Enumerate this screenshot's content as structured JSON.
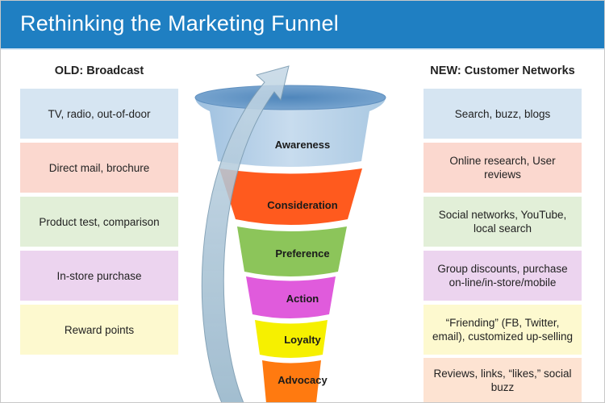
{
  "header": {
    "title": "Rethinking the Marketing Funnel"
  },
  "left": {
    "title": "OLD: Broadcast",
    "items": [
      {
        "label": "TV, radio, out-of-door",
        "color": "#d6e5f2"
      },
      {
        "label": "Direct mail, brochure",
        "color": "#fbd8cf"
      },
      {
        "label": "Product test, comparison",
        "color": "#e2efd8"
      },
      {
        "label": "In-store purchase",
        "color": "#ecd4ef"
      },
      {
        "label": "Reward points",
        "color": "#fdf9cf"
      }
    ]
  },
  "right": {
    "title": "NEW: Customer Networks",
    "items": [
      {
        "label": "Search, buzz, blogs",
        "color": "#d6e5f2"
      },
      {
        "label": "Online research, User reviews",
        "color": "#fbd8cf"
      },
      {
        "label": "Social networks, YouTube, local search",
        "color": "#e2efd8"
      },
      {
        "label": "Group discounts, purchase on-line/in-store/mobile",
        "color": "#ecd4ef"
      },
      {
        "label": "“Friending” (FB, Twitter, email), customized up-selling",
        "color": "#fdf9cf"
      },
      {
        "label": "Reviews, links, “likes,” social buzz",
        "color": "#fde3d2"
      }
    ]
  },
  "funnel": {
    "stages": [
      {
        "label": "Awareness",
        "color": "#b9d2e8"
      },
      {
        "label": "Consideration",
        "color": "#ff5a1e"
      },
      {
        "label": "Preference",
        "color": "#8cc55a"
      },
      {
        "label": "Action",
        "color": "#e05bdc"
      },
      {
        "label": "Loyalty",
        "color": "#f6f000"
      },
      {
        "label": "Advocacy",
        "color": "#ff7a10"
      }
    ],
    "rim_color": "#6d9bc6",
    "arrow_color": "#a9c3d6"
  }
}
